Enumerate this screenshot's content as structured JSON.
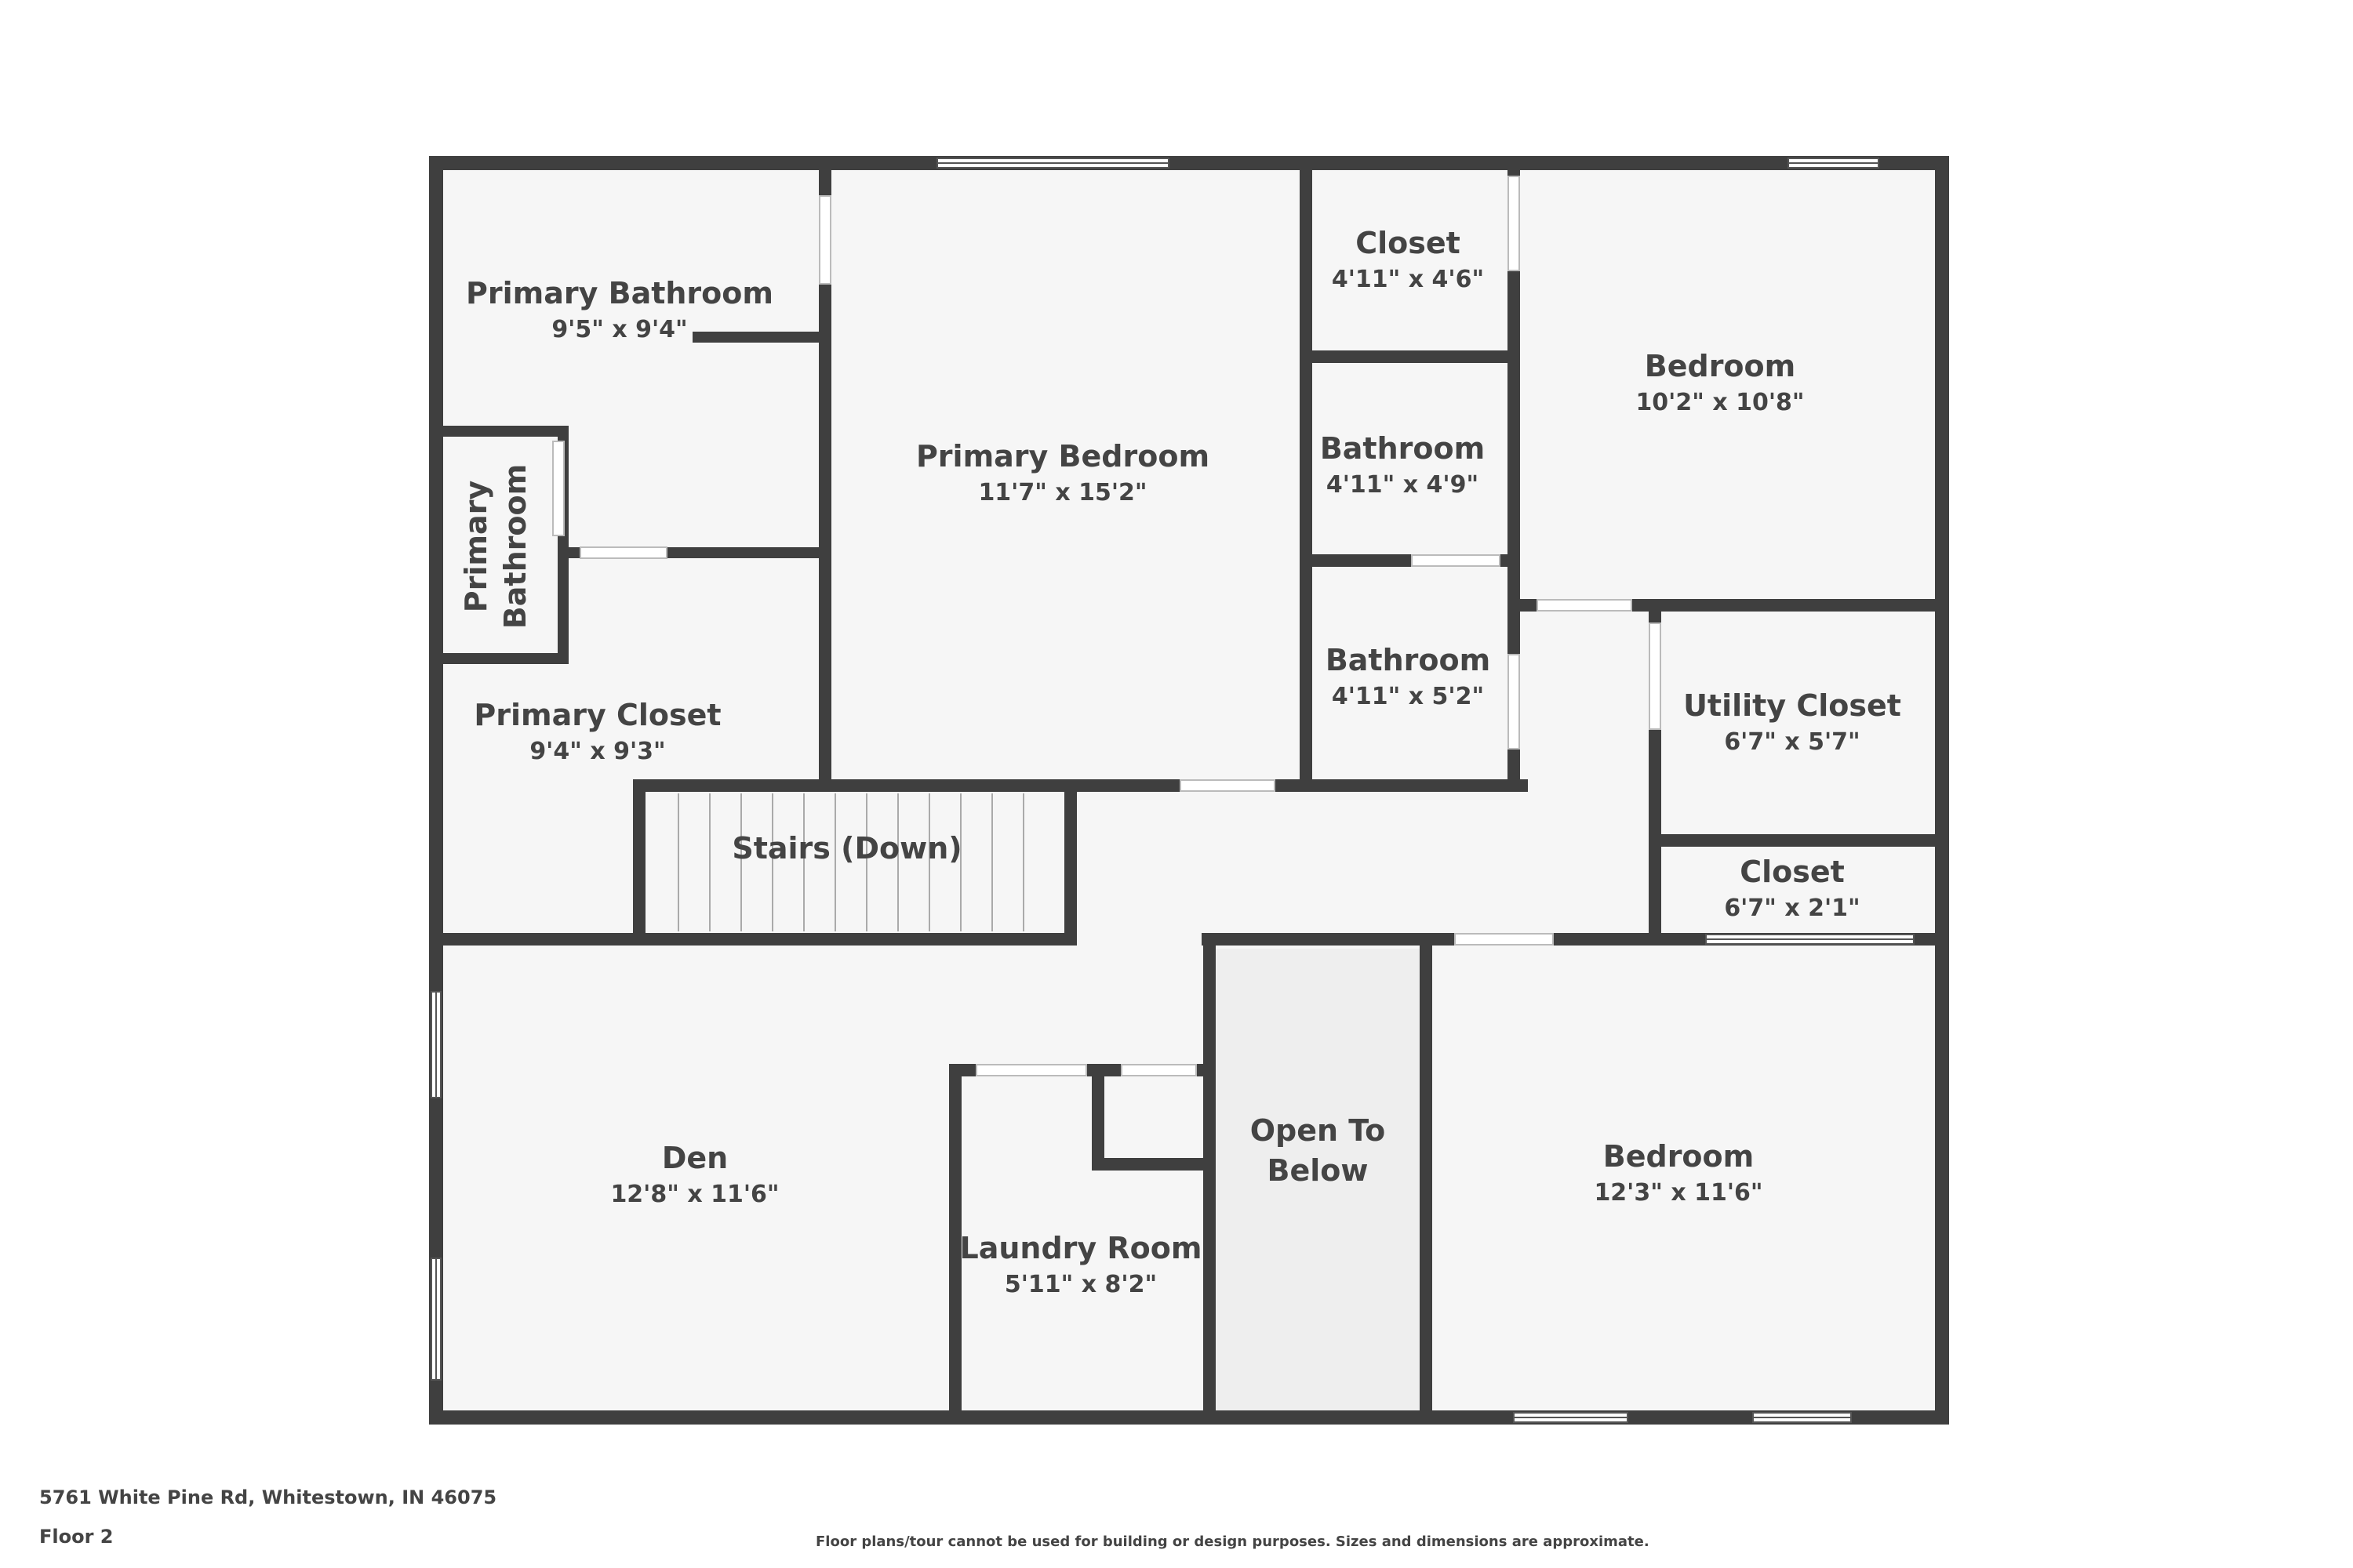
{
  "rooms": {
    "primary_bathroom": {
      "name": "Primary Bathroom",
      "dims": "9'5\" x 9'4\""
    },
    "primary_bathroom_small": {
      "line1": "Primary",
      "line2": "Bathroom"
    },
    "primary_closet": {
      "name": "Primary Closet",
      "dims": "9'4\" x 9'3\""
    },
    "primary_bedroom": {
      "name": "Primary Bedroom",
      "dims": "11'7\" x 15'2\""
    },
    "closet_top": {
      "name": "Closet",
      "dims": "4'11\" x 4'6\""
    },
    "bathroom_1": {
      "name": "Bathroom",
      "dims": "4'11\" x 4'9\""
    },
    "bathroom_2": {
      "name": "Bathroom",
      "dims": "4'11\" x 5'2\""
    },
    "bedroom_top": {
      "name": "Bedroom",
      "dims": "10'2\" x 10'8\""
    },
    "utility_closet": {
      "name": "Utility Closet",
      "dims": "6'7\" x 5'7\""
    },
    "closet_small": {
      "name": "Closet",
      "dims": "6'7\" x 2'1\""
    },
    "stairs": {
      "name": "Stairs (Down)"
    },
    "den": {
      "name": "Den",
      "dims": "12'8\" x 11'6\""
    },
    "laundry": {
      "name": "Laundry Room",
      "dims": "5'11\" x 8'2\""
    },
    "open_below": {
      "line1": "Open To",
      "line2": "Below"
    },
    "bedroom_bottom": {
      "name": "Bedroom",
      "dims": "12'3\" x 11'6\""
    }
  },
  "footer": {
    "address": "5761 White Pine Rd, Whitestown, IN 46075",
    "floor": "Floor 2",
    "disclaimer": "Floor plans/tour cannot be used for building or design purposes. Sizes and dimensions are approximate."
  },
  "colors": {
    "wall": "#3f3f3f",
    "floor": "#f6f6f6",
    "open_area": "#eeeeee",
    "text": "#444444"
  }
}
